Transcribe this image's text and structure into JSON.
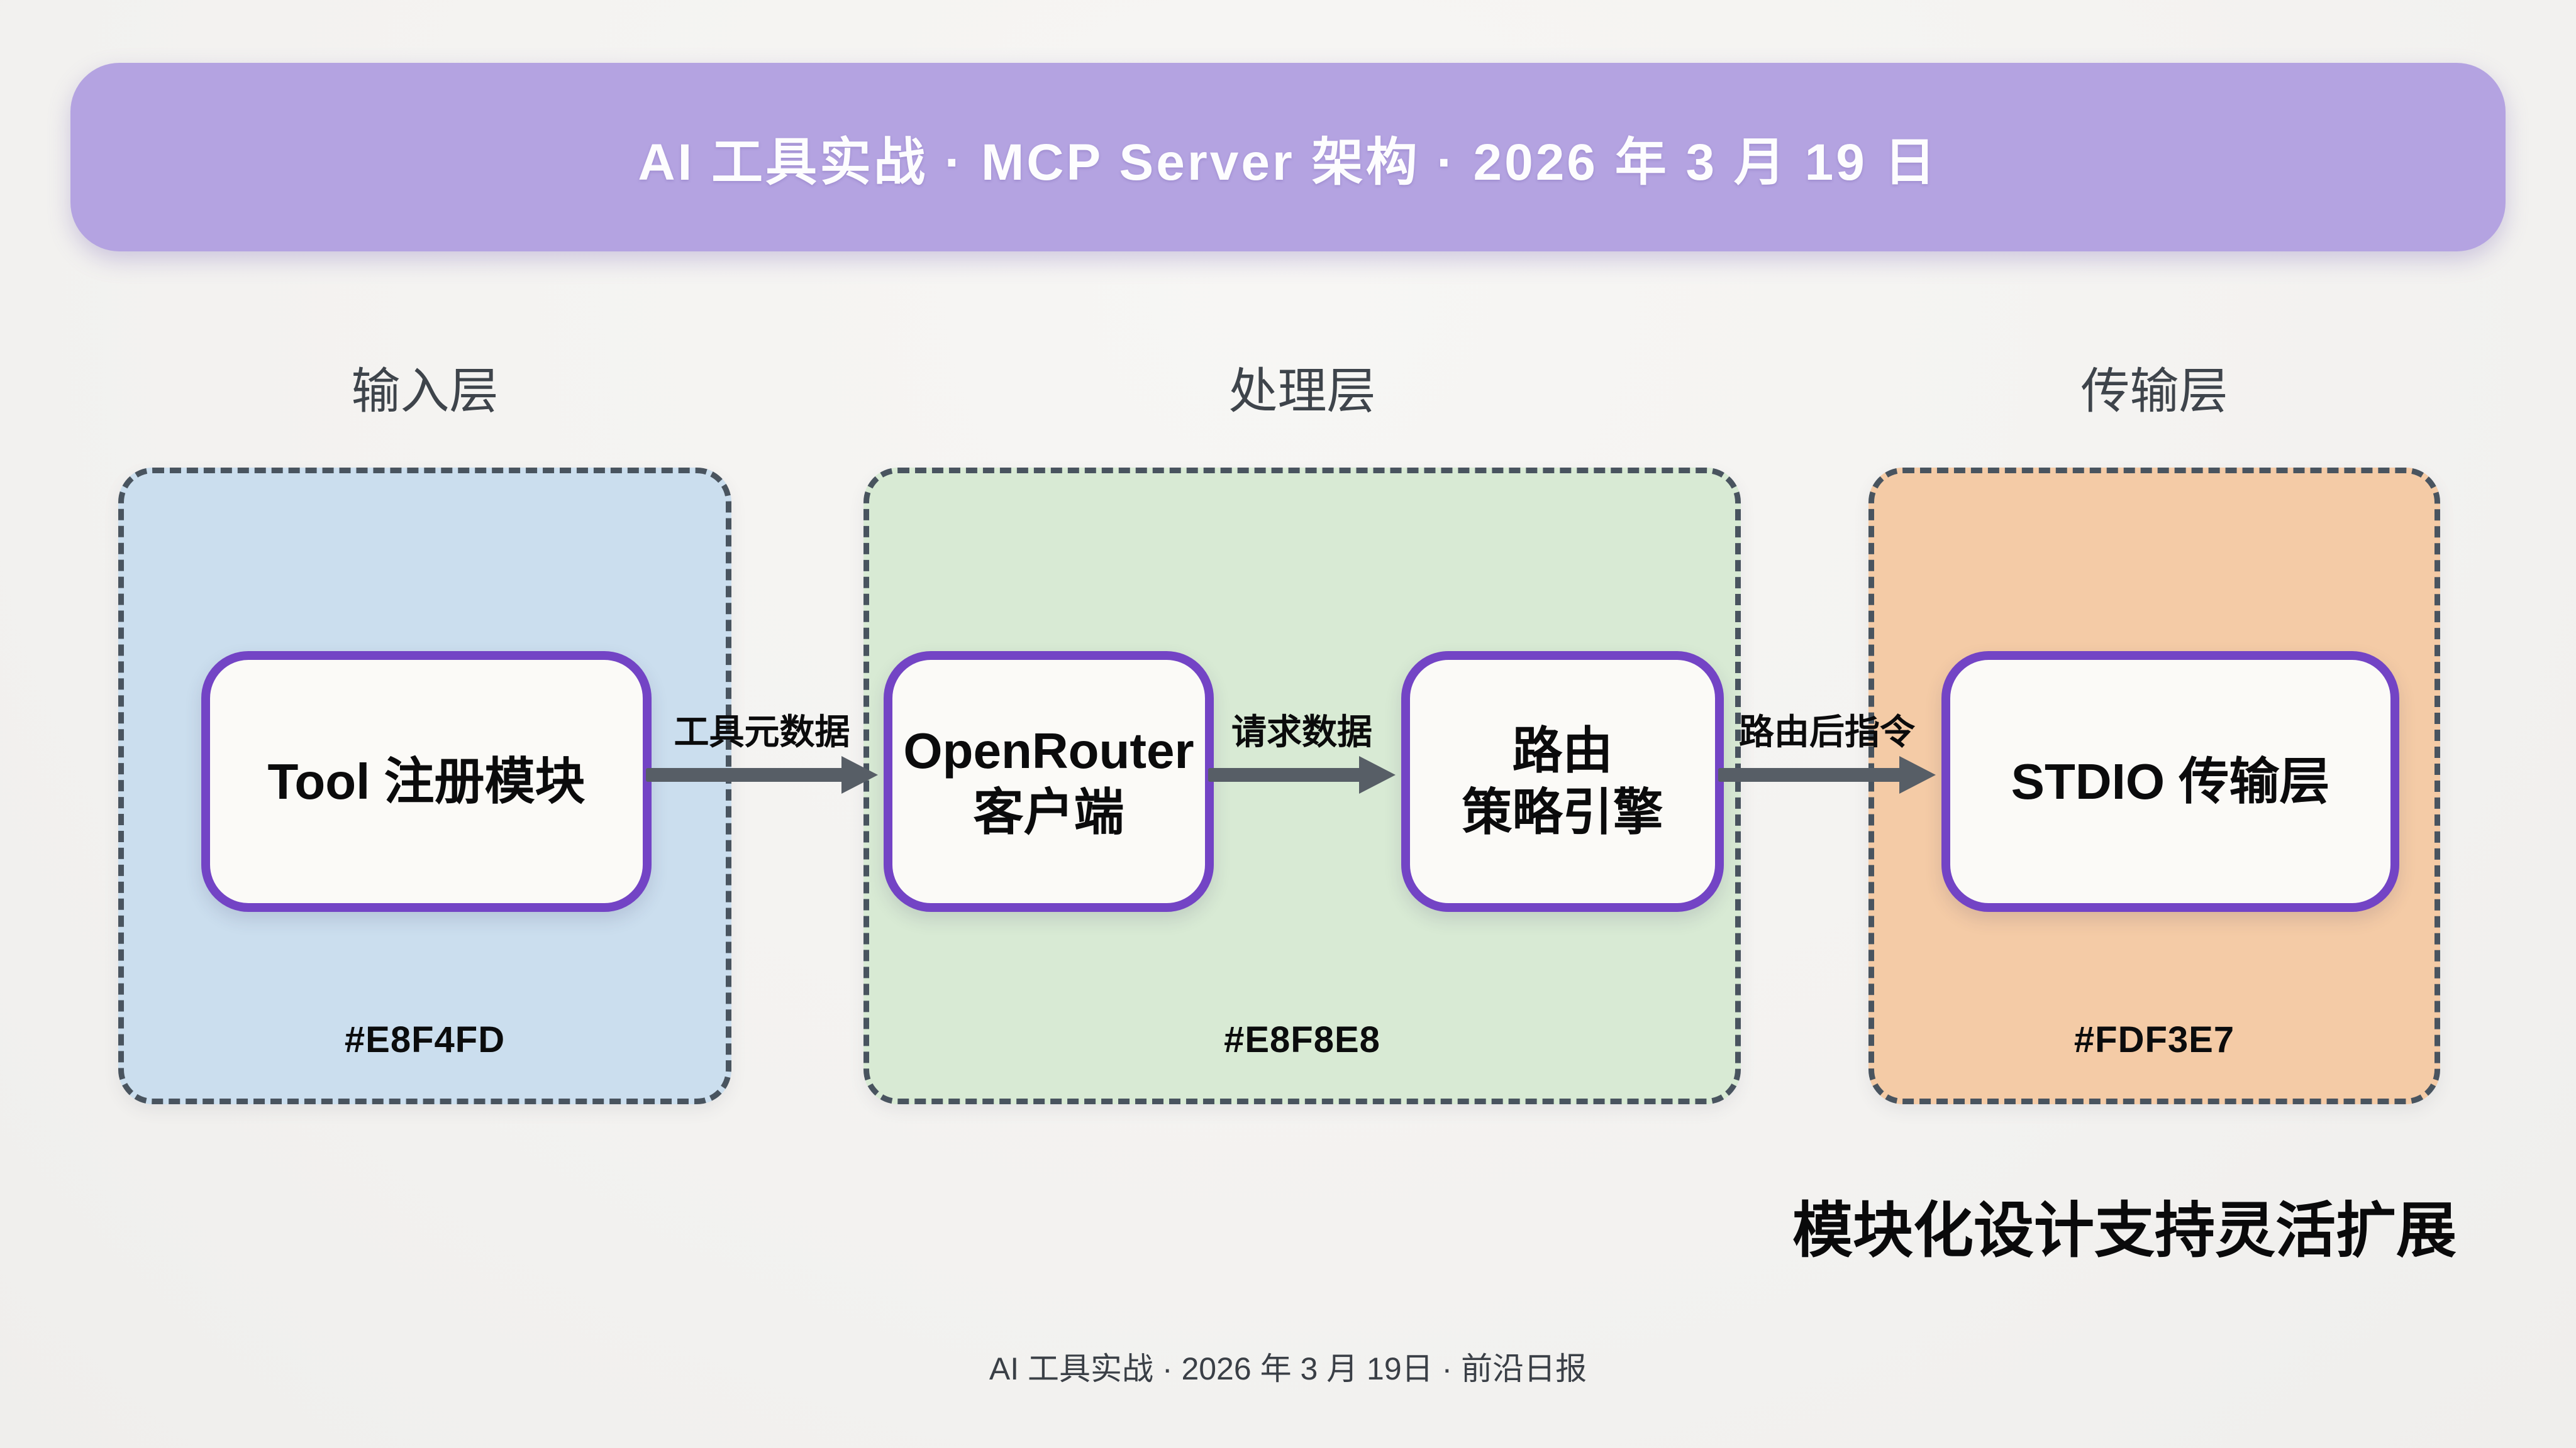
{
  "banner": {
    "title": "AI 工具实战 · MCP Server 架构 · 2026 年 3 月 19 日"
  },
  "layers": [
    {
      "label": "输入层",
      "hex": "#E8F4FD"
    },
    {
      "label": "处理层",
      "hex": "#E8F8E8"
    },
    {
      "label": "传输层",
      "hex": "#FDF3E7"
    }
  ],
  "nodes": [
    {
      "label": "Tool 注册模块"
    },
    {
      "line1": "OpenRouter",
      "line2": "客户端"
    },
    {
      "line1": "路由",
      "line2": "策略引擎"
    },
    {
      "label": "STDIO 传输层"
    }
  ],
  "arrows": [
    {
      "label": "工具元数据"
    },
    {
      "label": "请求数据"
    },
    {
      "label": "路由后指令"
    }
  ],
  "callout": "模块化设计支持灵活扩展",
  "footer": "AI 工具实战 · 2026 年 3 月 19日 · 前沿日报",
  "colors": {
    "banner_bg": "#B4A3E1",
    "input_layer_fill": "#CBDEEE",
    "processing_layer_fill": "#D8EAD4",
    "transport_layer_fill": "#F4CBA6",
    "node_border": "#7344C5",
    "dashed_border": "#49545F",
    "arrow": "#575E66",
    "page_bg": "#F4F3F1"
  }
}
